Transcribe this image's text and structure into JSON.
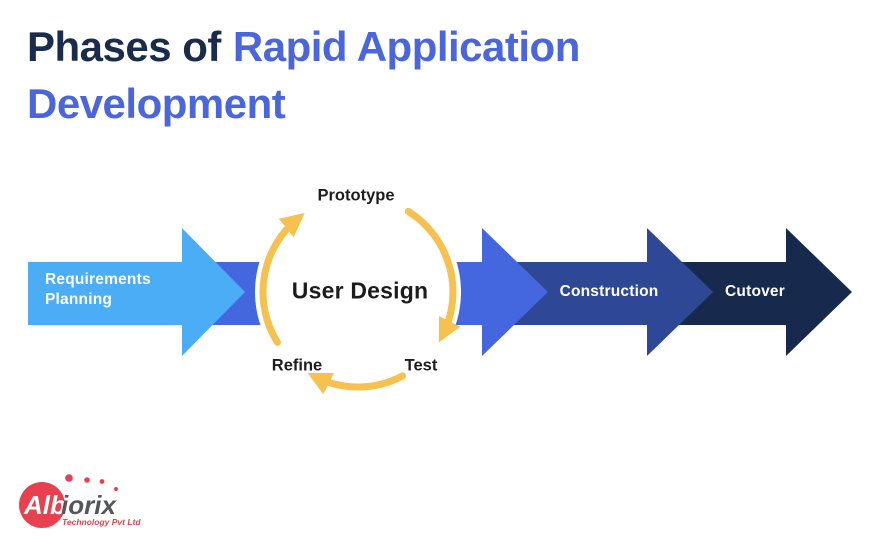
{
  "title": {
    "line1_dark": "Phases of",
    "line1_blue": "Rapid Application",
    "line2_blue": "Development"
  },
  "phases": {
    "requirements_planning": {
      "label_line1": "Requirements",
      "label_line2": "Planning"
    },
    "user_design": {
      "label": "User Design",
      "cycle": {
        "top": "Prototype",
        "bottom_right": "Test",
        "bottom_left": "Refine"
      }
    },
    "construction": {
      "label": "Construction"
    },
    "cutover": {
      "label": "Cutover"
    }
  },
  "logo": {
    "brand_bold": "Alb",
    "brand_rest": "iorix",
    "tagline": "Technology Pvt Ltd"
  },
  "colors": {
    "title_dark": "#1B2B4A",
    "title_blue": "#4B66DD",
    "arrow_light_blue": "#4BADF5",
    "arrow_royal_blue": "#4466DE",
    "arrow_medium_blue": "#2E4896",
    "arrow_navy": "#17294D",
    "cycle_yellow": "#F6C14F",
    "label_dark": "#1E1E1E",
    "logo_red": "#E8404F",
    "logo_gray": "#55565C",
    "background": "#FFFFFF"
  }
}
